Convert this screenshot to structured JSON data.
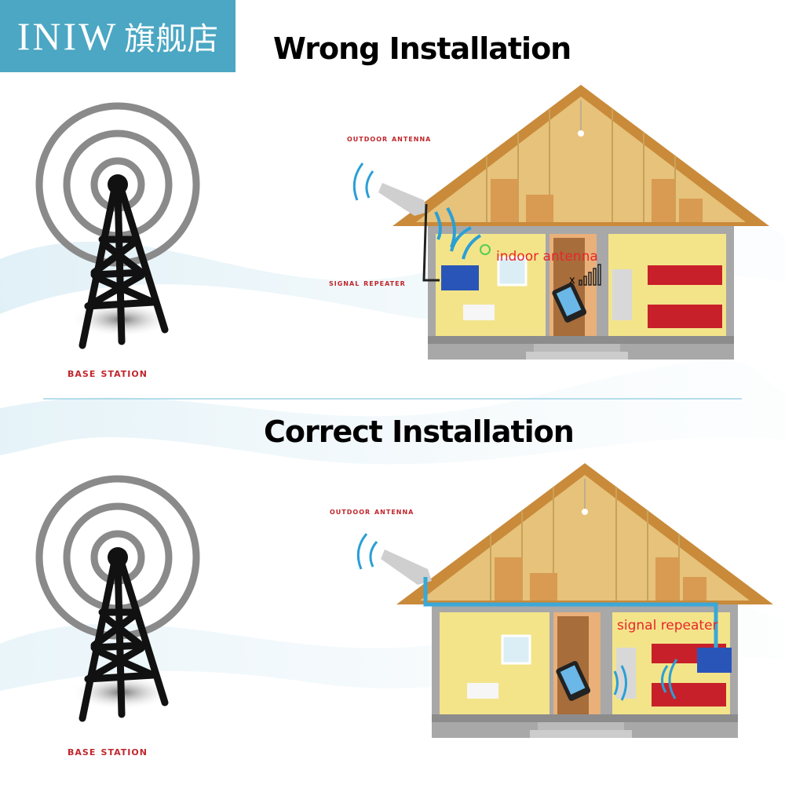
{
  "logo": {
    "latin": "INIW",
    "cjk": "旗舰店"
  },
  "sections": [
    {
      "title": "Wrong Installation",
      "base_station_label": "Base station",
      "outdoor_antenna_label": "OUTDoor antenna",
      "signal_repeater_label": "signal repeater",
      "indoor_antenna_label": "indoor antenna",
      "no_signal_mark": "x"
    },
    {
      "title": "Correct Installation",
      "base_station_label": "Base station",
      "outdoor_antenna_label": "OUTDoor antenna",
      "signal_repeater_label": "signal repeater"
    }
  ],
  "colors": {
    "logo_bg": "#4ba7c3",
    "label_red": "#c0262c",
    "signal_blue": "#2a9fd6",
    "cable_blue": "#3aa8d8",
    "wall_yellow": "#f3e48a",
    "roof_wood": "#d9a94e"
  }
}
